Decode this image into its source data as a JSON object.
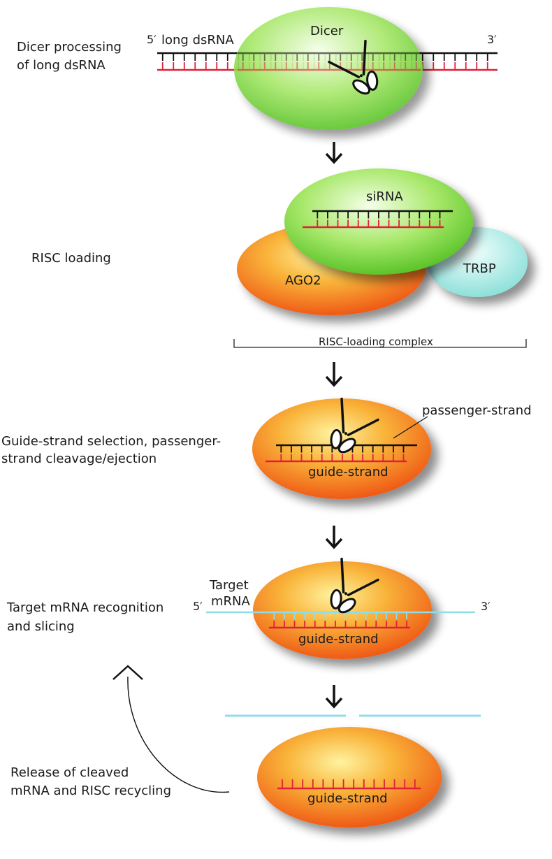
{
  "steps": {
    "dicer_processing": {
      "label_line1": "Dicer processing",
      "label_line2": "of long dsRNA"
    },
    "risc_loading": {
      "label": "RISC loading"
    },
    "guide_selection": {
      "label_line1": "Guide-strand selection, passenger-",
      "label_line2": "strand cleavage/ejection"
    },
    "target_slicing": {
      "label_line1": "Target mRNA recognition",
      "label_line2": "and slicing"
    },
    "release": {
      "label_line1": "Release of cleaved",
      "label_line2": "mRNA and RISC recycling"
    }
  },
  "molecules": {
    "dicer": "Dicer",
    "long_dsrna": "long dsRNA",
    "five_prime": "5′",
    "three_prime": "3′",
    "sirna": "siRNA",
    "ago2": "AGO2",
    "trbp": "TRBP",
    "risc_loading_complex": "RISC-loading complex",
    "passenger_strand": "passenger-strand",
    "guide_strand": "guide-strand",
    "target_mrna_line1": "Target",
    "target_mrna_line2": "mRNA"
  },
  "colors": {
    "dicer_green": "#7fd63a",
    "ago2_orange": "#f26a1b",
    "trbp_cyan": "#9fe6e0",
    "guide_red": "#e0203a",
    "passenger_black": "#111111",
    "mrna_cyan": "#8fdcea"
  },
  "icons": [
    "scissors-icon",
    "down-arrow-icon",
    "recycle-arrow-icon"
  ]
}
